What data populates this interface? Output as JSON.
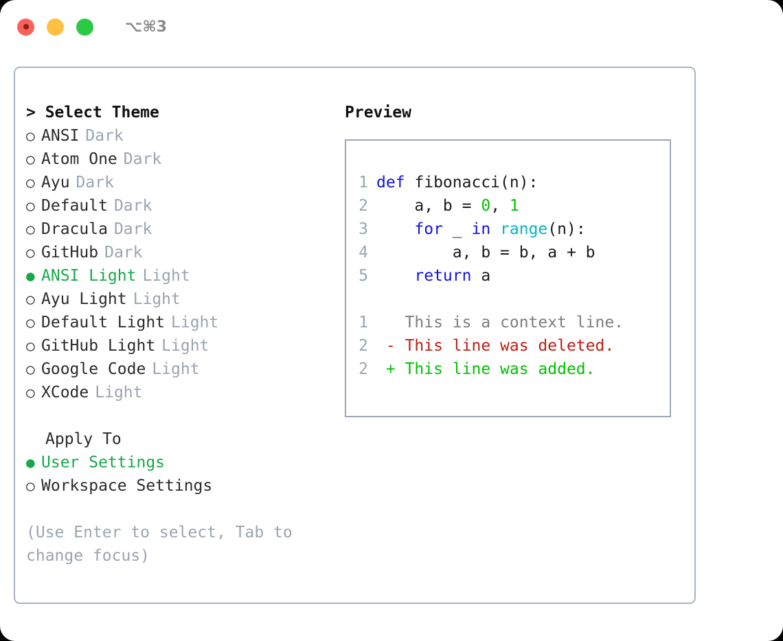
{
  "titlebar": {
    "buttons": [
      {
        "name": "close",
        "color": "#fc6058"
      },
      {
        "name": "minimize",
        "color": "#fec041"
      },
      {
        "name": "zoom",
        "color": "#2aca44"
      }
    ],
    "shortcut": "⌥⌘3"
  },
  "theme_picker": {
    "heading": "> Select Theme",
    "selected_marker": "●",
    "unselected_marker": "○",
    "items": [
      {
        "label": "ANSI",
        "suffix": "Dark",
        "selected": false
      },
      {
        "label": "Atom One",
        "suffix": "Dark",
        "selected": false
      },
      {
        "label": "Ayu",
        "suffix": "Dark",
        "selected": false
      },
      {
        "label": "Default",
        "suffix": "Dark",
        "selected": false
      },
      {
        "label": "Dracula",
        "suffix": "Dark",
        "selected": false
      },
      {
        "label": "GitHub",
        "suffix": "Dark",
        "selected": false
      },
      {
        "label": "ANSI Light",
        "suffix": "Light",
        "selected": true
      },
      {
        "label": "Ayu Light",
        "suffix": "Light",
        "selected": false
      },
      {
        "label": "Default Light",
        "suffix": "Light",
        "selected": false
      },
      {
        "label": "GitHub Light",
        "suffix": "Light",
        "selected": false
      },
      {
        "label": "Google Code",
        "suffix": "Light",
        "selected": false
      },
      {
        "label": "XCode",
        "suffix": "Light",
        "selected": false
      }
    ]
  },
  "apply_to": {
    "heading": "Apply To",
    "items": [
      {
        "label": "User Settings",
        "selected": true
      },
      {
        "label": "Workspace Settings",
        "selected": false
      }
    ]
  },
  "hint": "(Use Enter to select, Tab to change focus)",
  "preview": {
    "heading": "Preview",
    "code_lines": [
      {
        "no": "1",
        "tokens": [
          {
            "t": "def ",
            "c": "kw"
          },
          {
            "t": "fibonacci(n):",
            "c": "plain"
          }
        ]
      },
      {
        "no": "2",
        "tokens": [
          {
            "t": "    a, b = ",
            "c": "plain"
          },
          {
            "t": "0",
            "c": "num"
          },
          {
            "t": ", ",
            "c": "plain"
          },
          {
            "t": "1",
            "c": "num"
          }
        ]
      },
      {
        "no": "3",
        "tokens": [
          {
            "t": "    ",
            "c": "plain"
          },
          {
            "t": "for",
            "c": "kw"
          },
          {
            "t": " _ ",
            "c": "plain"
          },
          {
            "t": "in",
            "c": "kw"
          },
          {
            "t": " ",
            "c": "plain"
          },
          {
            "t": "range",
            "c": "fn"
          },
          {
            "t": "(n):",
            "c": "plain"
          }
        ]
      },
      {
        "no": "4",
        "tokens": [
          {
            "t": "        a, b = b, a + b",
            "c": "plain"
          }
        ]
      },
      {
        "no": "5",
        "tokens": [
          {
            "t": "    ",
            "c": "plain"
          },
          {
            "t": "return",
            "c": "kw"
          },
          {
            "t": " a",
            "c": "plain"
          }
        ]
      }
    ],
    "diff_lines": [
      {
        "no": "1",
        "sign": " ",
        "text": "This is a context line.",
        "kind": "ctx"
      },
      {
        "no": "2",
        "sign": "-",
        "text": "This line was deleted.",
        "kind": "del"
      },
      {
        "no": "2",
        "sign": "+",
        "text": "This line was added.",
        "kind": "add"
      }
    ]
  },
  "colors": {
    "accent_green": "#17a84a",
    "muted": "#9aa4b0",
    "keyword_blue": "#1313e0",
    "function_cyan": "#00b5c4",
    "number_green": "#00c000",
    "diff_deleted": "#c01c12",
    "diff_added": "#00c000",
    "border": "#aab4c0"
  }
}
